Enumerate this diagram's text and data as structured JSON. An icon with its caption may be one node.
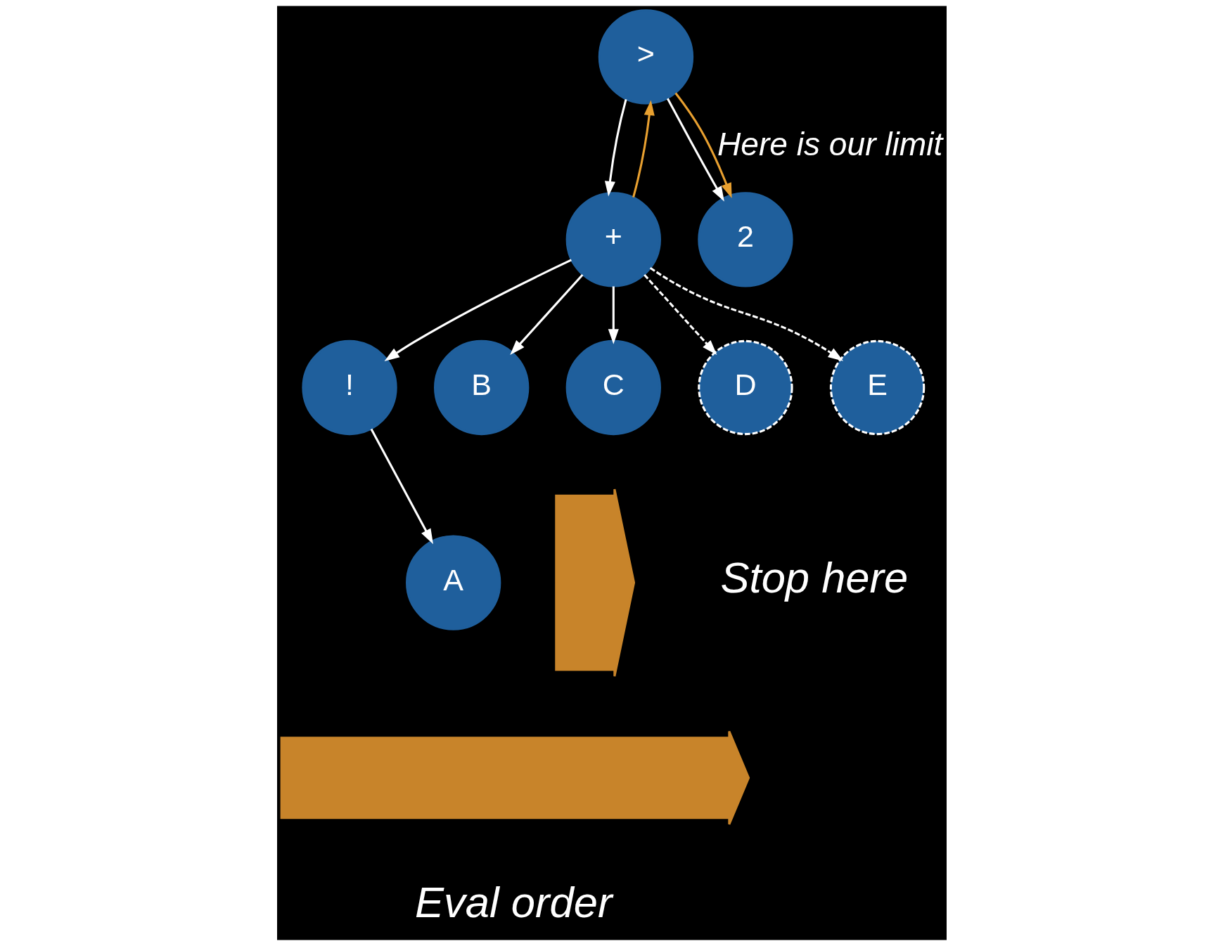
{
  "diagram": {
    "nodes": [
      {
        "text": [
          ">"
        ]
      },
      {
        "text": [
          "+"
        ]
      },
      {
        "text": [
          "2"
        ]
      },
      {
        "text": [
          "!"
        ]
      },
      {
        "text": [
          "B"
        ]
      },
      {
        "text": [
          "C"
        ]
      },
      {
        "text": [
          "D"
        ]
      },
      {
        "text": [
          "E"
        ]
      },
      {
        "text": [
          "A"
        ]
      },
      {
        "text": [],
        "shape": "arrow",
        "beside": [
          "Stop here"
        ]
      },
      {
        "text": [],
        "shape": "arrow",
        "beside": [
          "Eval order"
        ]
      }
    ],
    "edges": [
      {
        "from": 0,
        "to": 1,
        "arrow": "to"
      },
      {
        "from": 0,
        "to": 2,
        "arrow": "to"
      },
      {
        "from": 1,
        "to": 3,
        "arrow": "to"
      },
      {
        "from": 1,
        "to": 4,
        "arrow": "to"
      },
      {
        "from": 1,
        "to": 5,
        "arrow": "to"
      },
      {
        "from": 1,
        "to": 6,
        "arrow": "to",
        "style": "dashed"
      },
      {
        "from": 1,
        "to": 7,
        "arrow": "to",
        "style": "dashed"
      },
      {
        "from": 3,
        "to": 8,
        "arrow": "to"
      },
      {
        "from": 1,
        "to": 0,
        "arrow": "to",
        "color": "#e8a030"
      },
      {
        "from": 0,
        "to": 2,
        "arrow": "to",
        "color": "#e8a030",
        "label": "Here is our limit"
      }
    ]
  }
}
